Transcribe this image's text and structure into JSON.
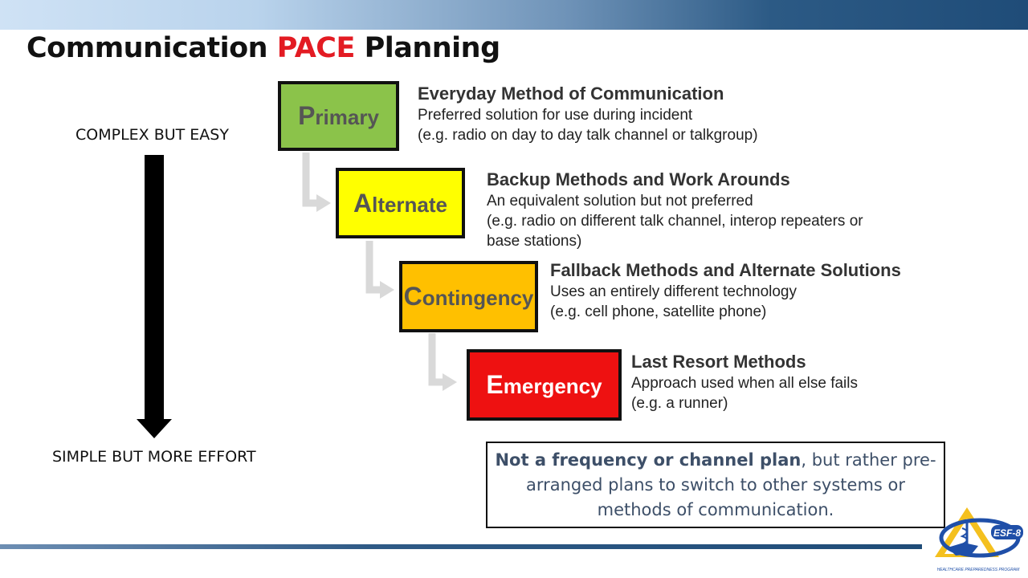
{
  "title": {
    "main": "Communication",
    "accent": "PACE",
    "rest": "Planning"
  },
  "scale": {
    "top": "COMPLEX BUT EASY",
    "bottom": "SIMPLE BUT MORE EFFORT"
  },
  "stages": [
    {
      "initial": "P",
      "rest": "rimary",
      "color": "#8bc34a",
      "heading": "Everyday Method of Communication",
      "lines": [
        "Preferred solution for use during incident",
        "(e.g. radio on day to day talk channel or talkgroup)"
      ]
    },
    {
      "initial": "A",
      "rest": "lternate",
      "color": "#ffff00",
      "heading": "Backup Methods and Work Arounds",
      "lines": [
        "An equivalent solution but not preferred",
        "(e.g.  radio on different talk channel, interop repeaters or",
        "base stations)"
      ]
    },
    {
      "initial": "C",
      "rest": "ontingency",
      "color": "#ffc000",
      "heading": "Fallback Methods and Alternate Solutions",
      "lines": [
        "Uses an entirely different technology",
        "(e.g. cell phone, satellite phone)"
      ]
    },
    {
      "initial": "E",
      "rest": "mergency",
      "color": "#ee1111",
      "heading": "Last Resort Methods",
      "lines": [
        "Approach used when all else fails",
        "(e.g. a runner)"
      ]
    }
  ],
  "note": {
    "bold": "Not a frequency or channel plan",
    "rest": ", but rather pre-arranged plans to switch to other systems or methods of communication."
  },
  "logo": {
    "badge": "ESF-8",
    "caption": "HEALTHCARE PREPAREDNESS PROGRAM"
  }
}
